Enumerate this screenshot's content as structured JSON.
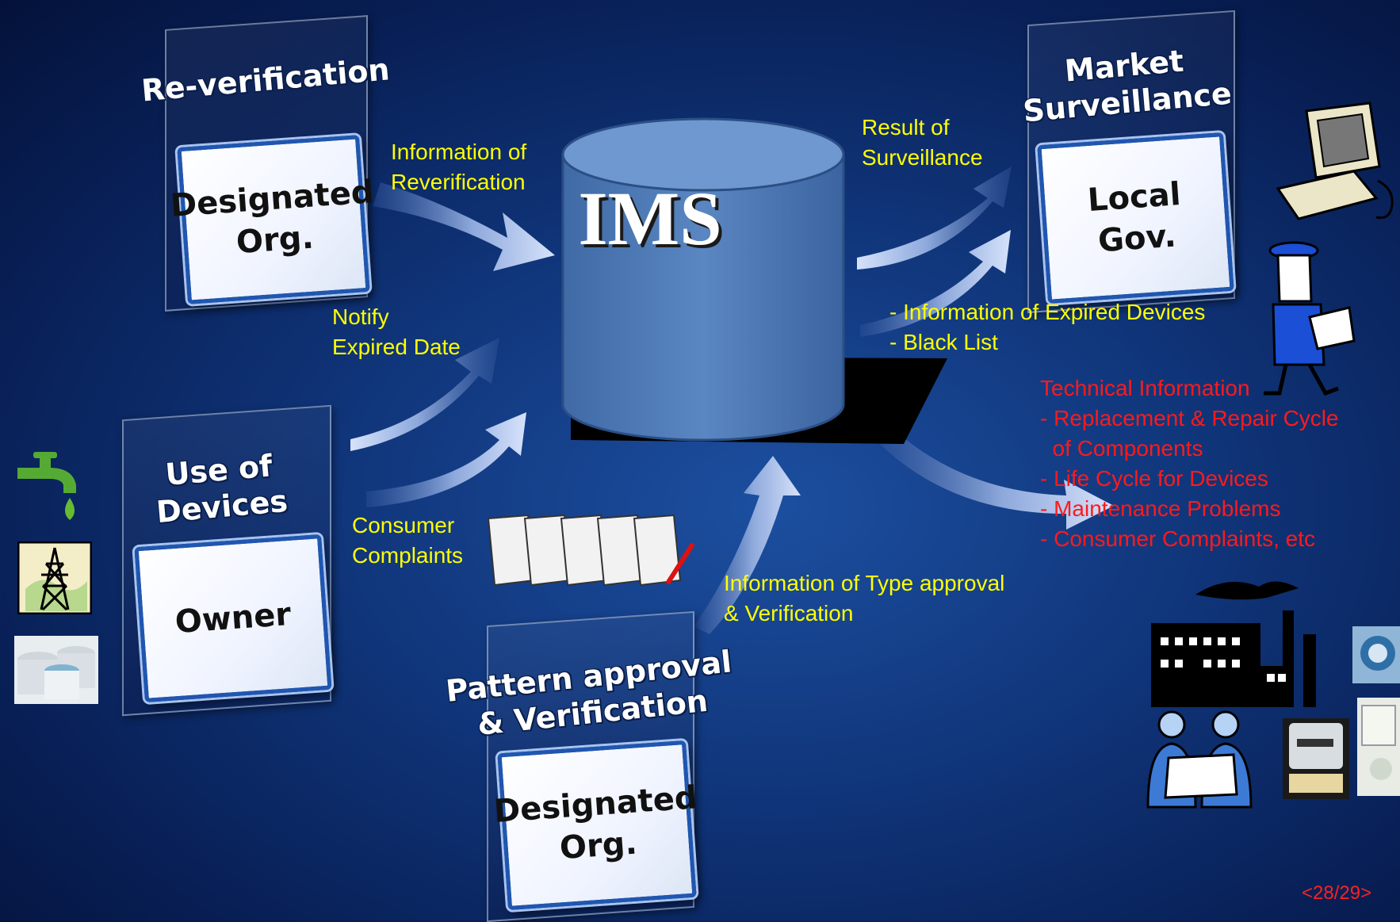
{
  "center": {
    "label": "IMS"
  },
  "nodes": {
    "reverification": {
      "title": "Re-verification",
      "card": "Designated\nOrg."
    },
    "market": {
      "title": "Market\nSurveillance",
      "card": "Local\nGov."
    },
    "use": {
      "title": "Use of\nDevices",
      "card": "Owner"
    },
    "pattern": {
      "title": "Pattern approval\n& Verification",
      "card": "Designated\nOrg."
    }
  },
  "flows": {
    "info_reverification": "Information of\nReverification",
    "result_surveillance": "Result of\nSurveillance",
    "expired_devices": "- Information of Expired Devices\n- Black List",
    "notify_expired": "Notify\nExpired Date",
    "consumer_complaints": "Consumer\nComplaints",
    "type_approval": "Information of Type approval\n& Verification",
    "technical_info": "Technical Information\n- Replacement & Repair Cycle\n  of Components\n- Life Cycle for Devices\n- Maintenance Problems\n- Consumer Complaints, etc"
  },
  "page_number": "<28/29>",
  "colors": {
    "background": "#0c2a6b",
    "cylinder": "#4f7cb8",
    "flow_label": "#ffff00",
    "technical_label": "#ff1a1a",
    "card_border": "#1f56b0"
  },
  "icons": [
    "faucet-icon",
    "power-tower-icon",
    "storage-tank-icon",
    "computer-icon",
    "inspector-icon",
    "factory-icon",
    "engineers-icon",
    "water-meter-icon",
    "electric-meter-icon",
    "gas-meter-icon",
    "complaint-documents-icon"
  ]
}
